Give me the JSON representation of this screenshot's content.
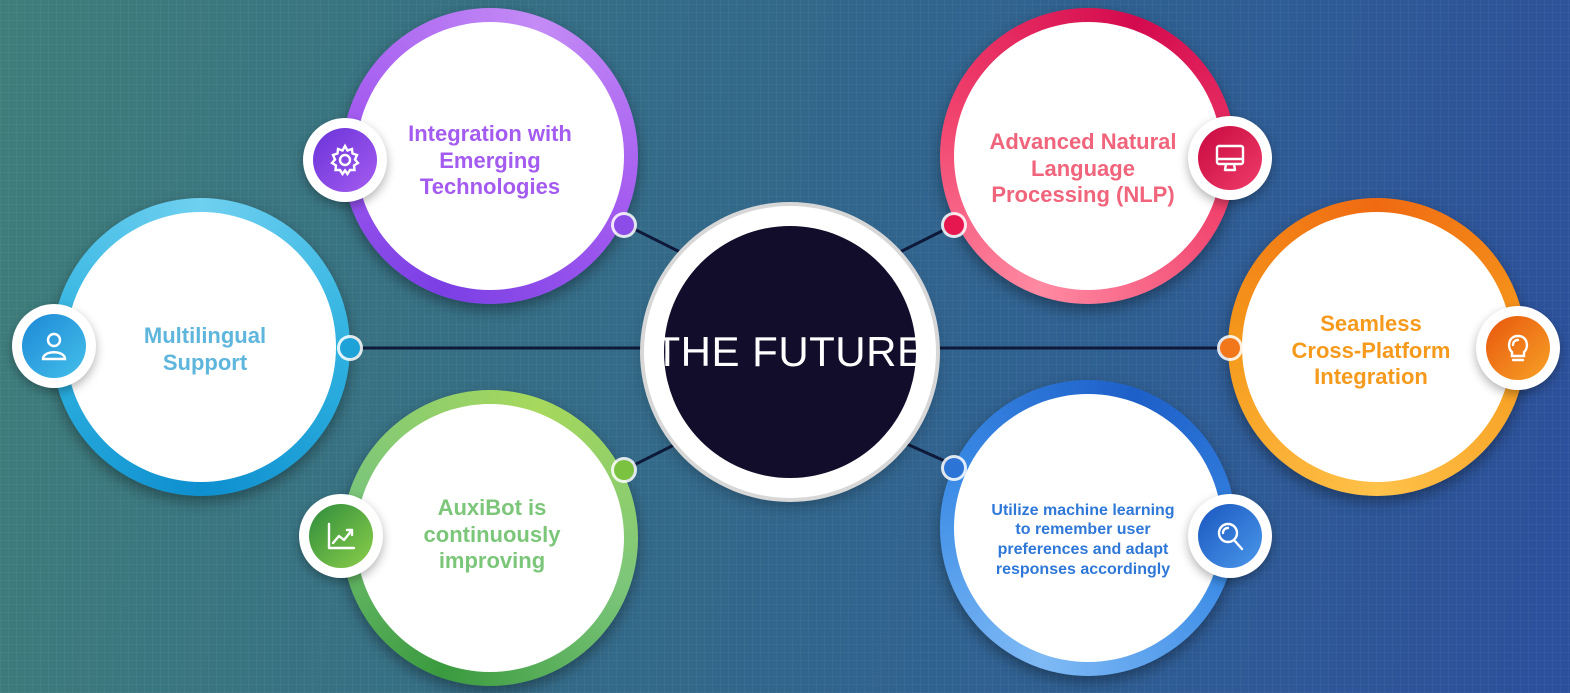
{
  "center": {
    "title": "THE FUTURE"
  },
  "items": [
    {
      "text": "Integration with\nEmerging\nTechnologies",
      "color": "#a45cf0",
      "icon": "gear-icon"
    },
    {
      "text": "Multilingual\nSupport",
      "color": "#5fb6dd",
      "icon": "user-icon"
    },
    {
      "text": "AuxiBot is\ncontinuously\nimproving",
      "color": "#7cc67a",
      "icon": "trend-chart-icon"
    },
    {
      "text": "Advanced Natural\nLanguage\nProcessing (NLP)",
      "color": "#f0647c",
      "icon": "monitor-icon"
    },
    {
      "text": "Seamless\nCross-Platform\nIntegration",
      "color": "#f59a1c",
      "icon": "lightbulb-icon"
    },
    {
      "text": "Utilize machine learning\nto remember user\npreferences and adapt\nresponses accordingly",
      "color": "#2f78d8",
      "icon": "magnifier-icon"
    }
  ]
}
